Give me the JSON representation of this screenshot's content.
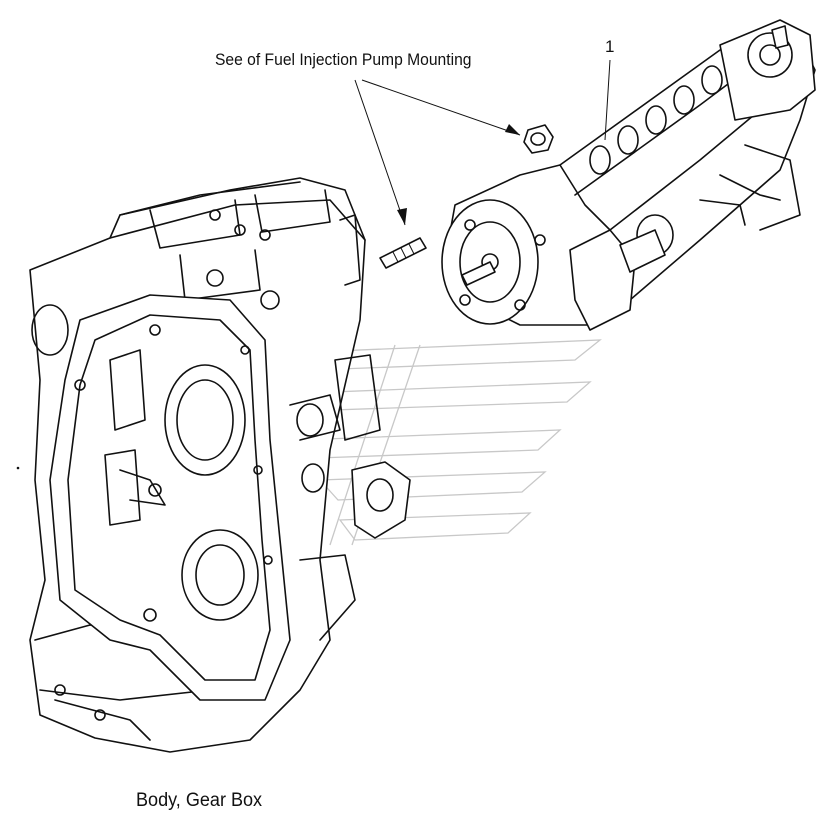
{
  "figure": {
    "callout_text": "See of Fuel Injection Pump Mounting",
    "part_number": "1",
    "caption": "Body, Gear Box"
  },
  "parts": [
    {
      "name": "engine-block",
      "kind": "assembly"
    },
    {
      "name": "gear-box-housing",
      "kind": "housing"
    },
    {
      "name": "fuel-injection-pump",
      "kind": "pump",
      "callout": "1"
    },
    {
      "name": "mounting-nut",
      "kind": "nut"
    },
    {
      "name": "mounting-stud",
      "kind": "stud"
    },
    {
      "name": "gasket",
      "kind": "gasket"
    }
  ],
  "style": {
    "ink_color": "#111111",
    "watermark_color": "#c8c8c8",
    "background": "#ffffff"
  }
}
